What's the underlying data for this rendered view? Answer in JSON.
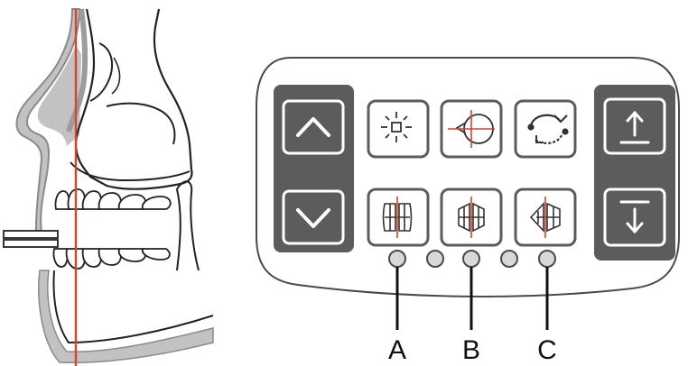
{
  "colors": {
    "background": "#ffffff",
    "outline": "#4a4a4a",
    "dark_panel": "#5c5c5c",
    "soft_tissue": "#c2c2c2",
    "guide_line": "#d9432b",
    "led": "#d8d8d8"
  },
  "illustration": {
    "subject": "skull-side-view",
    "icons": [
      "skull-profile-icon",
      "bite-block-icon",
      "vertical-guide-line"
    ]
  },
  "panel": {
    "left_buttons": [
      {
        "name": "up-arrow-button",
        "icon": "chevron-up-icon"
      },
      {
        "name": "down-arrow-button",
        "icon": "chevron-down-icon"
      }
    ],
    "top_buttons": [
      {
        "name": "light-button",
        "icon": "light-icon"
      },
      {
        "name": "head-position-button",
        "icon": "head-profile-icon"
      },
      {
        "name": "rotation-button",
        "icon": "rotate-icon"
      }
    ],
    "bottom_buttons": [
      {
        "name": "dentition-a-button",
        "icon": "dentition-narrow-icon"
      },
      {
        "name": "dentition-b-button",
        "icon": "dentition-medium-icon"
      },
      {
        "name": "dentition-c-button",
        "icon": "dentition-wide-icon"
      }
    ],
    "right_buttons": [
      {
        "name": "column-up-button",
        "icon": "arrow-up-bar-icon"
      },
      {
        "name": "column-down-button",
        "icon": "arrow-down-bar-icon"
      }
    ],
    "indicator_count": 5
  },
  "callouts": {
    "a": "A",
    "b": "B",
    "c": "C"
  }
}
